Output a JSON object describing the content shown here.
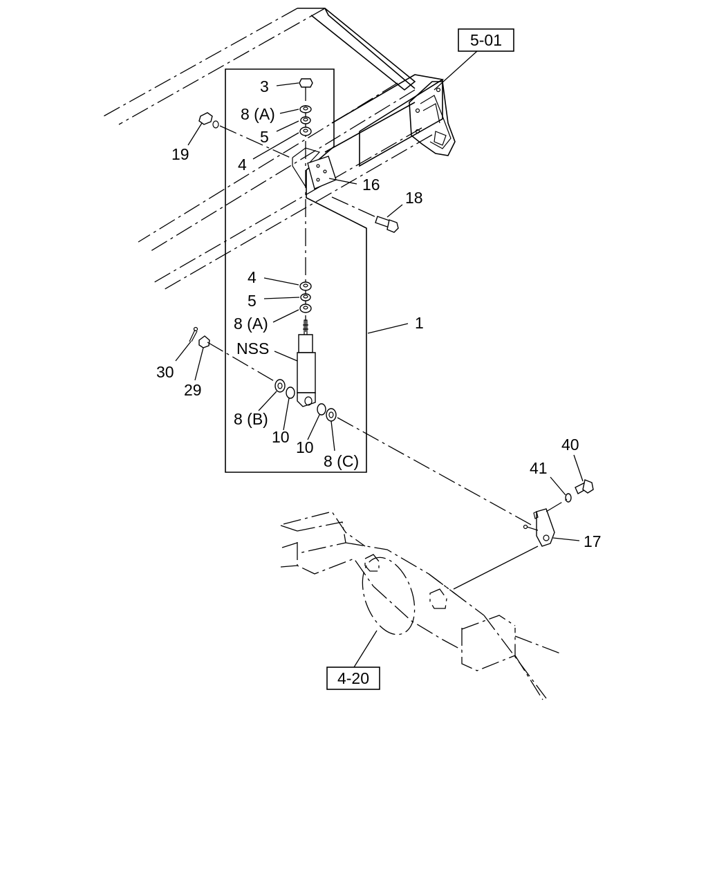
{
  "references": {
    "frame": "5-01",
    "axle": "4-20"
  },
  "labels": {
    "p3": "3",
    "p8a_top": "8 (A)",
    "p5_top": "5",
    "p4_top": "4",
    "p19": "19",
    "p16": "16",
    "p18": "18",
    "p4_mid": "4",
    "p5_mid": "5",
    "p8a_mid": "8 (A)",
    "p1": "1",
    "nss": "NSS",
    "p30": "30",
    "p29": "29",
    "p8b": "8 (B)",
    "p10_left": "10",
    "p10_right": "10",
    "p8c": "8 (C)",
    "p40": "40",
    "p41": "41",
    "p17": "17"
  }
}
